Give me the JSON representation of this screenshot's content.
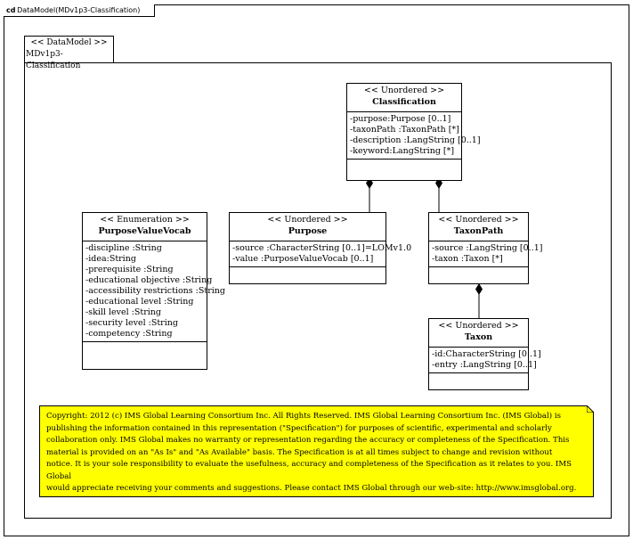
{
  "frame": {
    "kind": "cd",
    "title": "DataModel(MDv1p3-Classification)"
  },
  "package": {
    "stereotype": "<< DataModel >>",
    "name": "MDv1p3-Classification"
  },
  "classes": {
    "classification": {
      "stereotype": "<< Unordered >>",
      "name": "Classification",
      "attributes": [
        "-purpose:Purpose [0..1]",
        "-taxonPath :TaxonPath [*]",
        "-description :LangString [0..1]",
        "-keyword:LangString [*]"
      ]
    },
    "purposeValueVocab": {
      "stereotype": "<< Enumeration   >>",
      "name": "PurposeValueVocab",
      "attributes": [
        "-discipline  :String",
        "-idea:String",
        "-prerequisite  :String",
        "-educational objective   :String",
        "-accessibility restrictions    :String",
        "-educational level  :String",
        "-skill level  :String",
        "-security level  :String",
        "-competency :String"
      ]
    },
    "purpose": {
      "stereotype": "<< Unordered >>",
      "name": "Purpose",
      "attributes": [
        "-source :CharacterString [0..1]=LOMv1.0",
        "-value :PurposeValueVocab [0..1]"
      ]
    },
    "taxonPath": {
      "stereotype": "<< Unordered >>",
      "name": "TaxonPath",
      "attributes": [
        "-source :LangString  [0..1]",
        "-taxon :Taxon [*]"
      ]
    },
    "taxon": {
      "stereotype": "<< Unordered >>",
      "name": "Taxon",
      "attributes": [
        "-id:CharacterString  [0..1]",
        "-entry :LangString  [0..1]"
      ]
    }
  },
  "note": {
    "lines": [
      "Copyright: 2012 (c) IMS Global Learning Consortium Inc.  All Rights Reserved.  IMS Global Learning Consortium Inc. (IMS Global) is",
      "publishing the information contained in this representation (\"Specification\") for purposes of scientific, experimental and scholarly",
      "collaboration only.  IMS Global makes no warranty or representation regarding the accuracy or completeness of the Specification.  This",
      "material is provided on an \"As Is\" and \"As Available\" basis.  The Specification is at all times subject to change and revision without",
      "notice.  It is your sole responsibility to evaluate the usefulness, accuracy and completeness of the Specification as it relates to you.  IMS Global",
      "would appreciate receiving your comments and suggestions.  Please contact IMS Global through our web-site: http://www.imsglobal.org."
    ]
  }
}
